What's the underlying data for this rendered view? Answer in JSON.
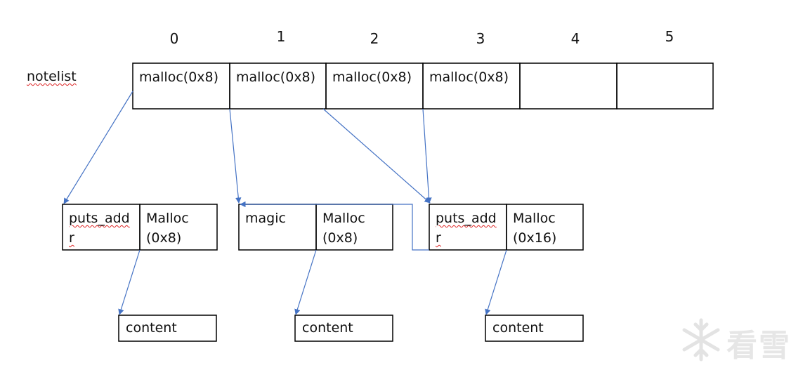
{
  "indices": [
    "0",
    "1",
    "2",
    "3",
    "4",
    "5"
  ],
  "notelist_label": "notelist",
  "slots": [
    "malloc(0x8)",
    "malloc(0x8)",
    "malloc(0x8)",
    "malloc(0x8)",
    "",
    ""
  ],
  "chunks": [
    {
      "left_lines": [
        "puts_add",
        "r"
      ],
      "right_lines": [
        "Malloc",
        "(0x8)"
      ]
    },
    {
      "left_lines": [
        "magic",
        ""
      ],
      "right_lines": [
        "Malloc",
        "(0x8)"
      ]
    },
    {
      "left_lines": [
        "puts_add",
        "r"
      ],
      "right_lines": [
        "Malloc",
        "(0x16)"
      ]
    }
  ],
  "contents": [
    "content",
    "content",
    "content"
  ],
  "watermark": {
    "icon": "snowflake-icon",
    "text": "看雪"
  },
  "colors": {
    "arrow": "#4472c4",
    "border": "#000000"
  }
}
